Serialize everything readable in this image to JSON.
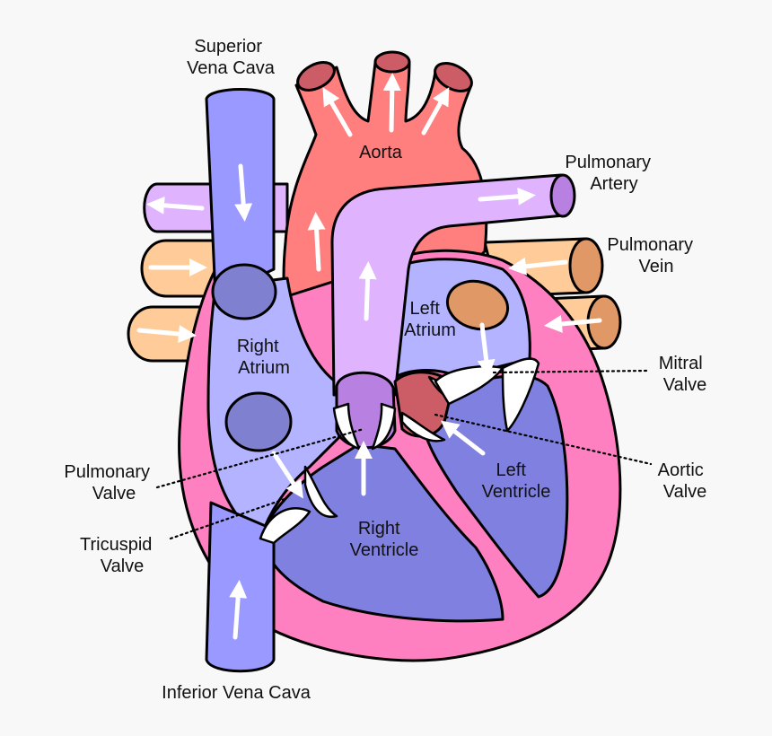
{
  "colors": {
    "background": "#f8f8f8",
    "venous_blue": "#9999ff",
    "right_chambers": "#8080e0",
    "atria_light": "#b3b3ff",
    "aorta_red": "#ff7f7f",
    "pulmonary_purple": "#e0b3ff",
    "pulmonary_vein_orange": "#ffcc99",
    "heart_wall_pink": "#ff80c0",
    "valve_white": "#ffffff"
  },
  "labels": {
    "superior_vena_cava": [
      "Superior",
      "Vena Cava"
    ],
    "aorta": [
      "Aorta"
    ],
    "pulmonary_artery": [
      "Pulmonary",
      "Artery"
    ],
    "pulmonary_vein": [
      "Pulmonary",
      "Vein"
    ],
    "right_atrium": [
      "Right",
      "Atrium"
    ],
    "left_atrium": [
      "Left",
      "Atrium"
    ],
    "mitral_valve": [
      "Mitral",
      "Valve"
    ],
    "aortic_valve": [
      "Aortic",
      "Valve"
    ],
    "pulmonary_valve": [
      "Pulmonary",
      "Valve"
    ],
    "tricuspid_valve": [
      "Tricuspid",
      "Valve"
    ],
    "left_ventricle": [
      "Left",
      "Ventricle"
    ],
    "right_ventricle": [
      "Right",
      "Ventricle"
    ],
    "inferior_vena_cava": [
      "Inferior Vena Cava"
    ]
  }
}
